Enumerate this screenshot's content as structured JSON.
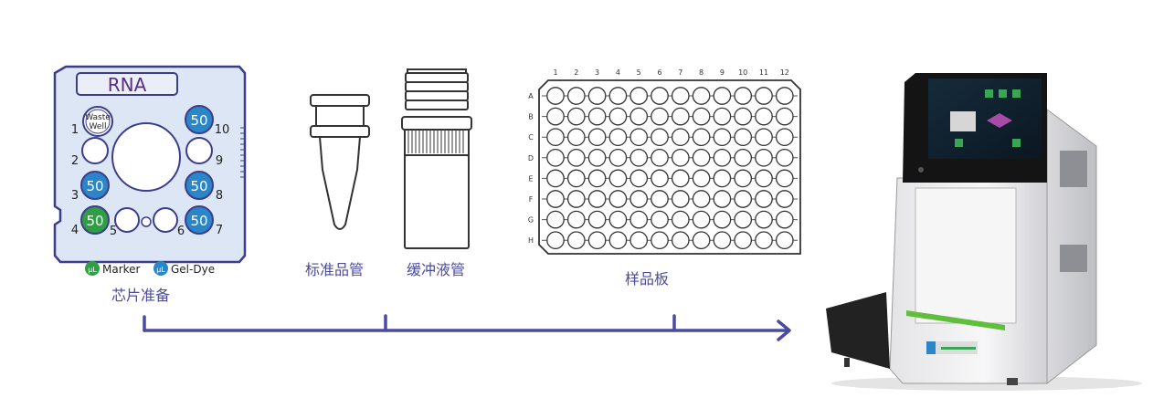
{
  "chip": {
    "title": "RNA",
    "waste_well": [
      "Waste",
      "Well"
    ],
    "left_numbers": [
      "1",
      "2",
      "3",
      "4"
    ],
    "right_numbers": [
      "10",
      "9",
      "8",
      "7"
    ],
    "inner_numbers": [
      "5",
      "6"
    ],
    "well_value": "50",
    "caption": "芯片准备",
    "legend": {
      "icon": "μL",
      "marker_label": "Marker",
      "geldye_label": "Gel-Dye"
    }
  },
  "tubes": {
    "standard_label": "标准品管",
    "buffer_label": "缓冲液管"
  },
  "plate": {
    "label": "样品板",
    "columns": [
      "1",
      "2",
      "3",
      "4",
      "5",
      "6",
      "7",
      "8",
      "9",
      "10",
      "11",
      "12"
    ],
    "rows": [
      "A",
      "B",
      "C",
      "D",
      "E",
      "F",
      "G",
      "H"
    ]
  },
  "colors": {
    "accent": "#4b4ba0",
    "chip_bg": "#dce6f4",
    "blue_well": "#2b86c8",
    "green_well": "#2f9e44",
    "title_text": "#5a2d86"
  }
}
